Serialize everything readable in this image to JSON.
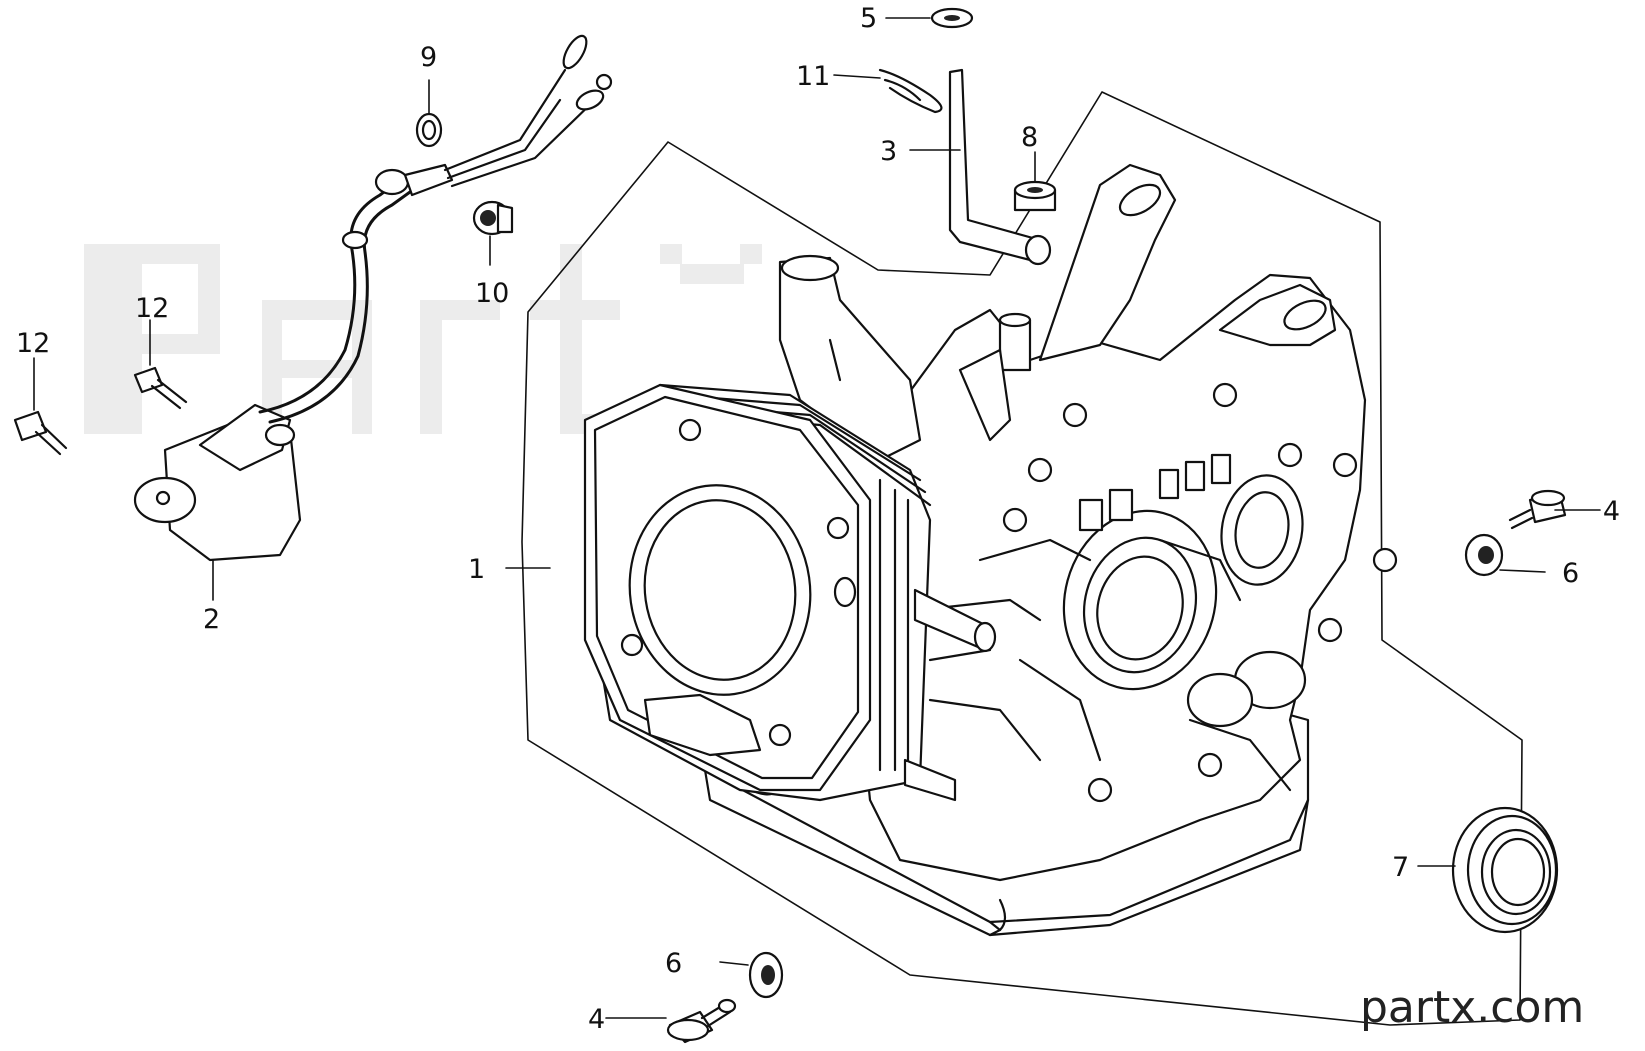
{
  "watermark": {
    "text": "partx.com"
  },
  "callouts": [
    {
      "id": "1",
      "text": "1"
    },
    {
      "id": "2",
      "text": "2"
    },
    {
      "id": "3",
      "text": "3"
    },
    {
      "id": "4a",
      "text": "4"
    },
    {
      "id": "4b",
      "text": "4"
    },
    {
      "id": "5",
      "text": "5"
    },
    {
      "id": "6a",
      "text": "6"
    },
    {
      "id": "6b",
      "text": "6"
    },
    {
      "id": "7",
      "text": "7"
    },
    {
      "id": "8",
      "text": "8"
    },
    {
      "id": "9",
      "text": "9"
    },
    {
      "id": "10",
      "text": "10"
    },
    {
      "id": "11",
      "text": "11"
    },
    {
      "id": "12a",
      "text": "12"
    },
    {
      "id": "12b",
      "text": "12"
    }
  ]
}
